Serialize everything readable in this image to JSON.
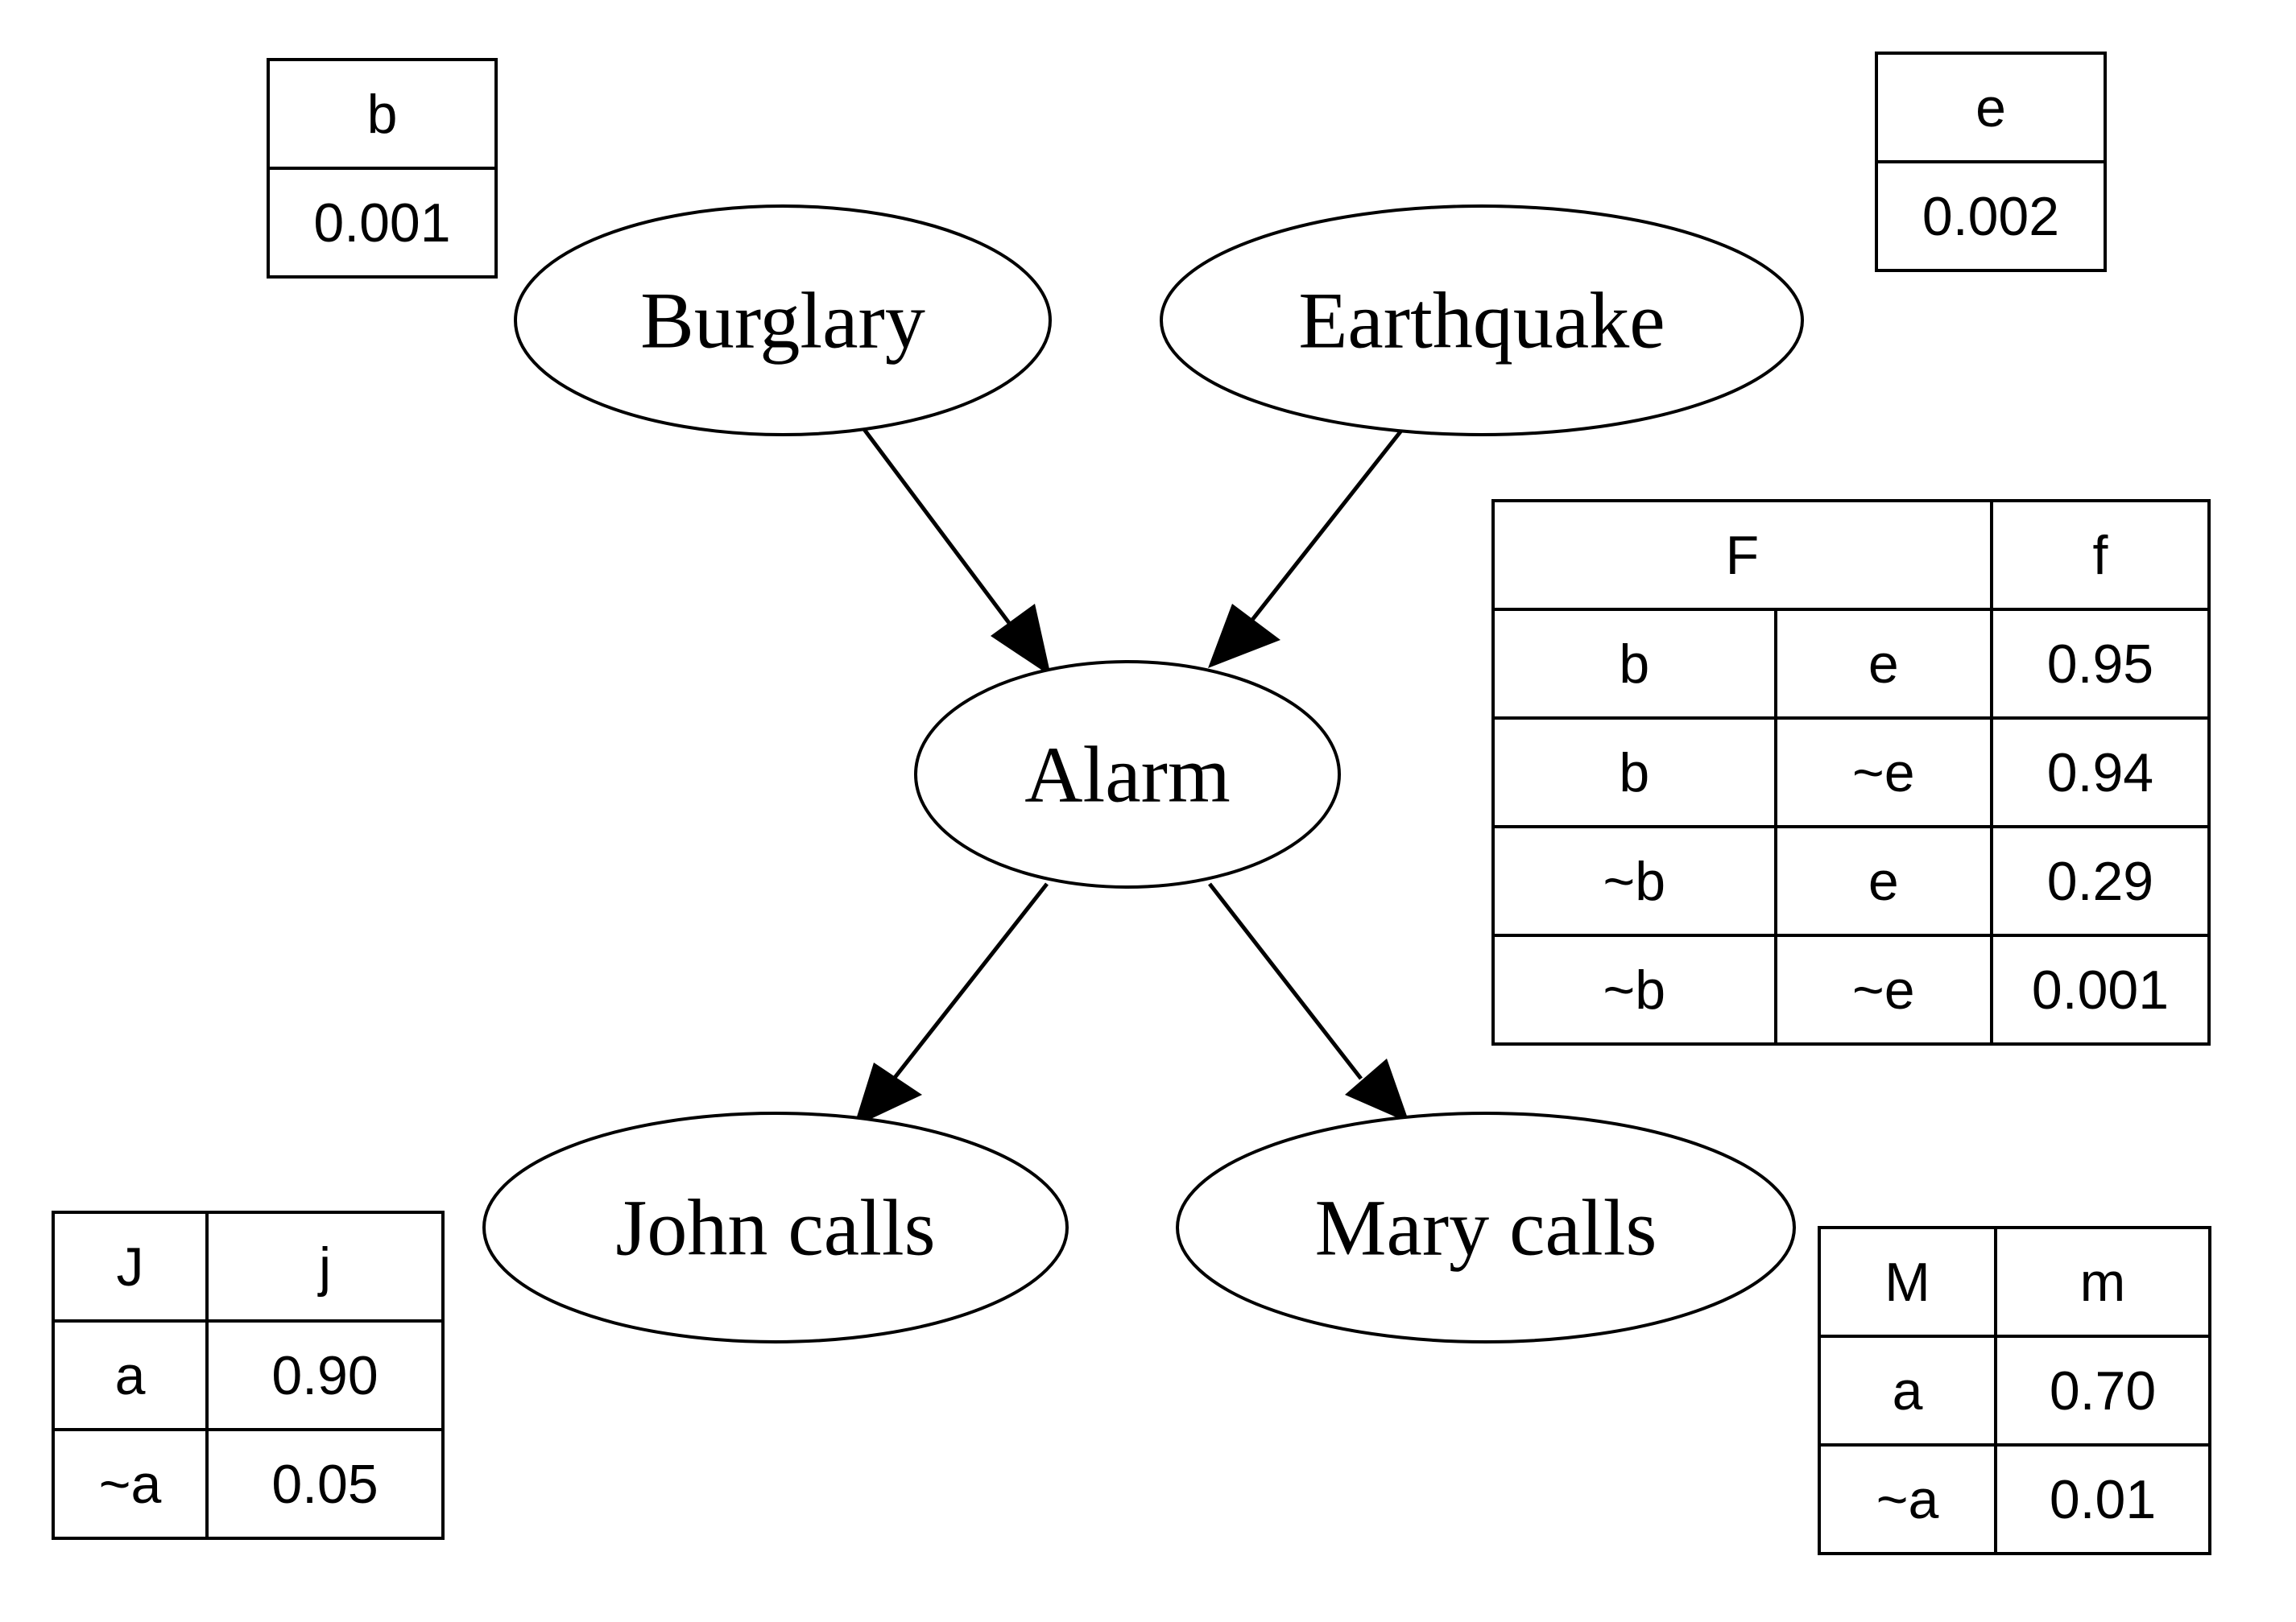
{
  "nodes": {
    "burglary": "Burglary",
    "earthquake": "Earthquake",
    "alarm": "Alarm",
    "john": "John calls",
    "mary": "Mary calls"
  },
  "tables": {
    "b": {
      "header": "b",
      "value": "0.001"
    },
    "e": {
      "header": "e",
      "value": "0.002"
    },
    "alarm": {
      "header_left": "F",
      "header_right": "f",
      "rows": [
        [
          "b",
          "e",
          "0.95"
        ],
        [
          "b",
          "~e",
          "0.94"
        ],
        [
          "~b",
          "e",
          "0.29"
        ],
        [
          "~b",
          "~e",
          "0.001"
        ]
      ]
    },
    "john": {
      "header": [
        "J",
        "j"
      ],
      "rows": [
        [
          "a",
          "0.90"
        ],
        [
          "~a",
          "0.05"
        ]
      ]
    },
    "mary": {
      "header": [
        "M",
        "m"
      ],
      "rows": [
        [
          "a",
          "0.70"
        ],
        [
          "~a",
          "0.01"
        ]
      ]
    }
  }
}
